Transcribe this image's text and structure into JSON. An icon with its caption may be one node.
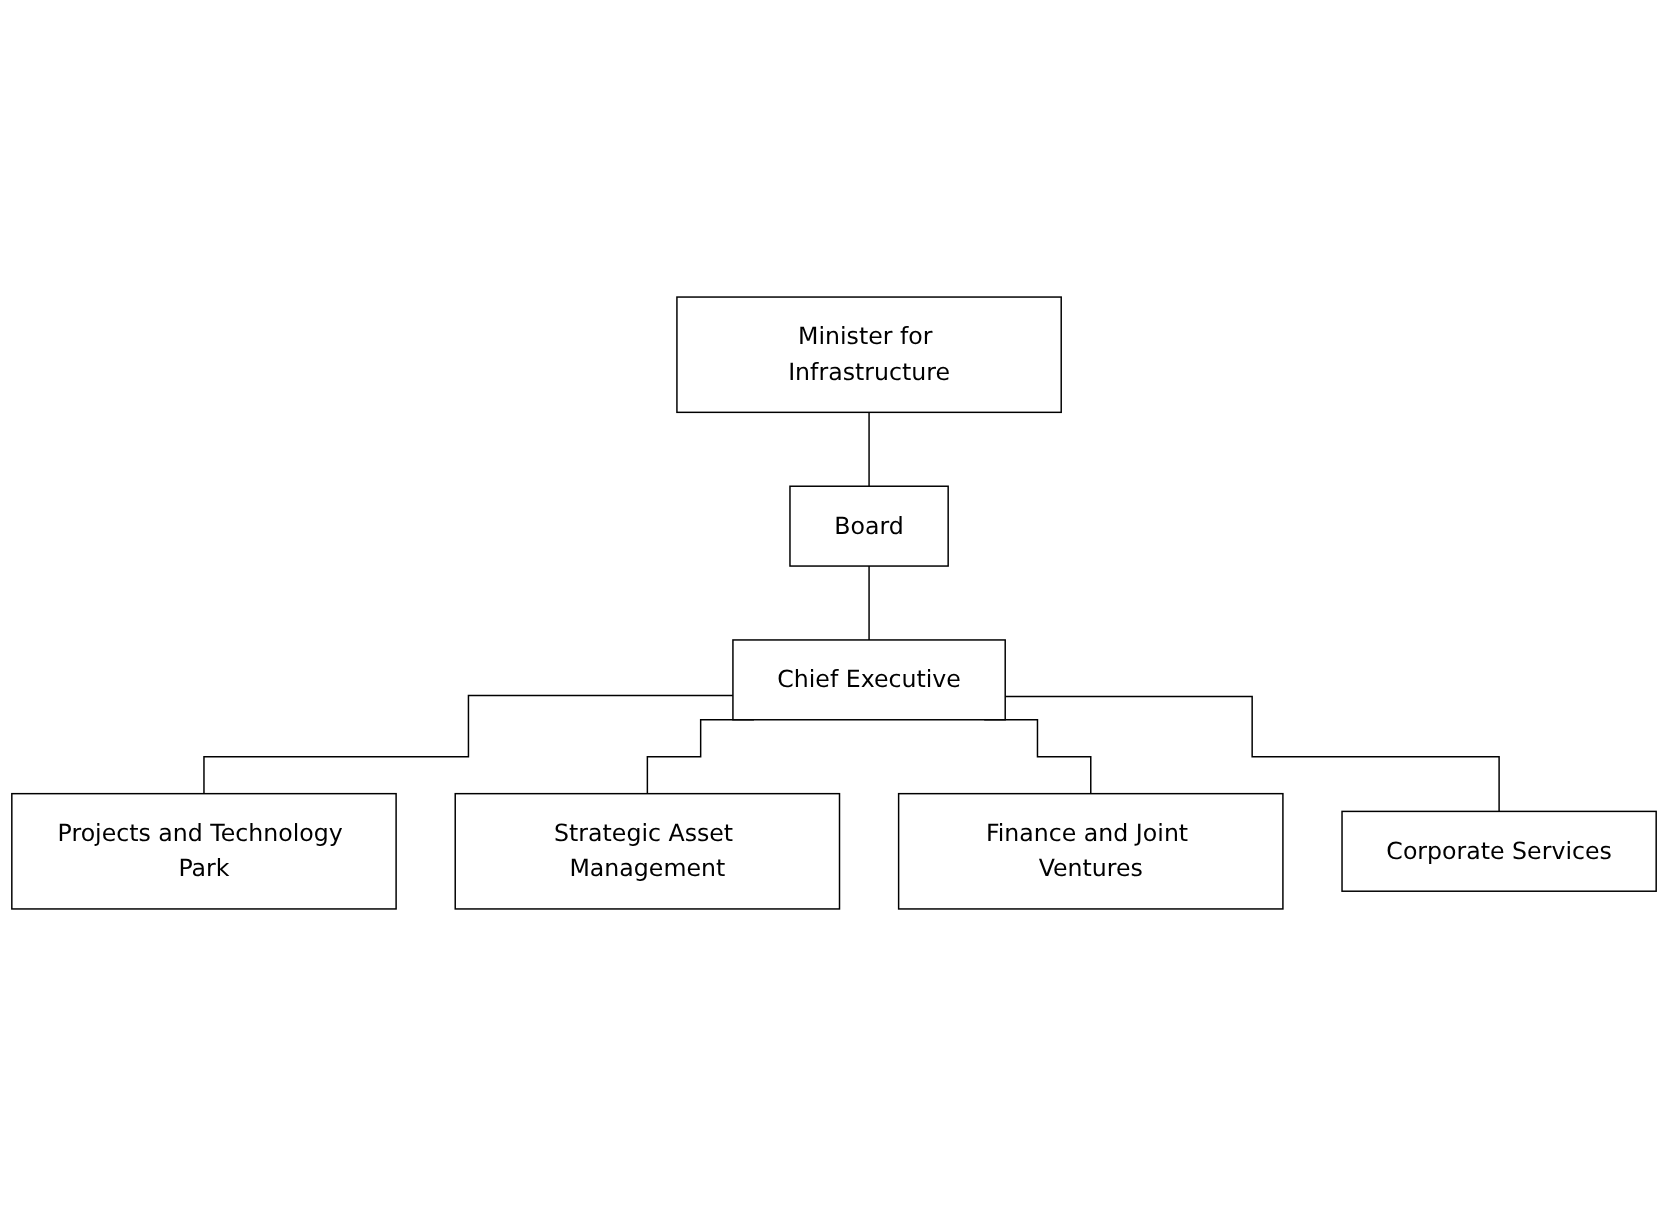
{
  "diagram": {
    "nodes": [
      {
        "text": [
          "Minister for Infrastructure"
        ]
      },
      {
        "text": [
          "Board"
        ]
      },
      {
        "text": [
          "Chief Executive"
        ]
      },
      {
        "text": [
          "Projects and Technology Park"
        ]
      },
      {
        "text": [
          "Strategic Asset Management"
        ]
      },
      {
        "text": [
          "Finance and Joint Ventures"
        ]
      },
      {
        "text": [
          "Corporate Services"
        ]
      }
    ],
    "edges": [
      {
        "from": 0,
        "to": 1,
        "arrow": "none"
      },
      {
        "from": 1,
        "to": 2,
        "arrow": "none"
      },
      {
        "from": 2,
        "to": 3,
        "arrow": "none"
      },
      {
        "from": 2,
        "to": 4,
        "arrow": "none"
      },
      {
        "from": 2,
        "to": 5,
        "arrow": "none"
      },
      {
        "from": 2,
        "to": 6,
        "arrow": "none"
      }
    ]
  }
}
